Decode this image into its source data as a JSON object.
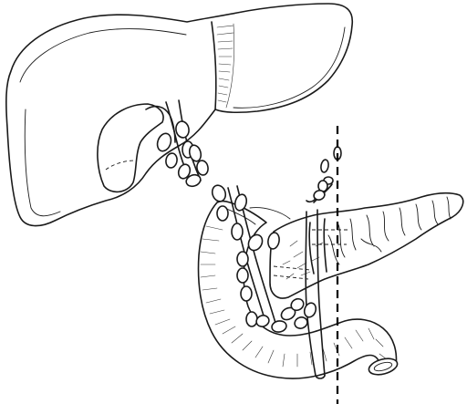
{
  "figure": {
    "background": "#ffffff",
    "ink_color": "#1a1a1a",
    "parts": [
      "liver",
      "gallbladder",
      "hepatoduodenal-lymph-nodes",
      "duodenum",
      "pancreas",
      "pancreaticoduodenal-lymph-nodes",
      "resection-line"
    ]
  }
}
